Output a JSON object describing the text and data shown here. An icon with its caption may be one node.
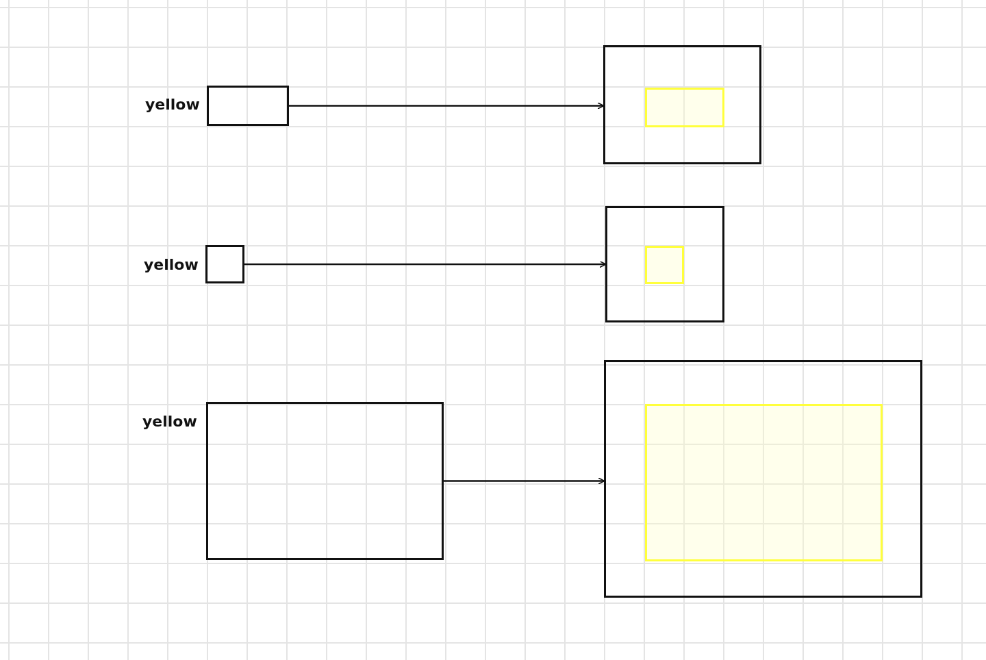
{
  "diagram": {
    "nodes": [
      {
        "text": [],
        "shape": "box",
        "beside": [
          "yellow"
        ]
      },
      {
        "text": [],
        "shape": "box"
      },
      {
        "text": [],
        "shape": "box",
        "in": 1
      },
      {
        "text": [],
        "shape": "box",
        "beside": [
          "yellow"
        ]
      },
      {
        "text": [],
        "shape": "box"
      },
      {
        "text": [],
        "shape": "box",
        "in": 4
      },
      {
        "text": [],
        "shape": "box",
        "beside": [
          "yellow"
        ]
      },
      {
        "text": [],
        "shape": "box"
      },
      {
        "text": [],
        "shape": "box",
        "in": 7
      }
    ],
    "edges": [
      {
        "from": 0,
        "to": 1,
        "arrow": "to"
      },
      {
        "from": 3,
        "to": 4,
        "arrow": "to"
      },
      {
        "from": 6,
        "to": 7,
        "arrow": "to"
      }
    ]
  }
}
